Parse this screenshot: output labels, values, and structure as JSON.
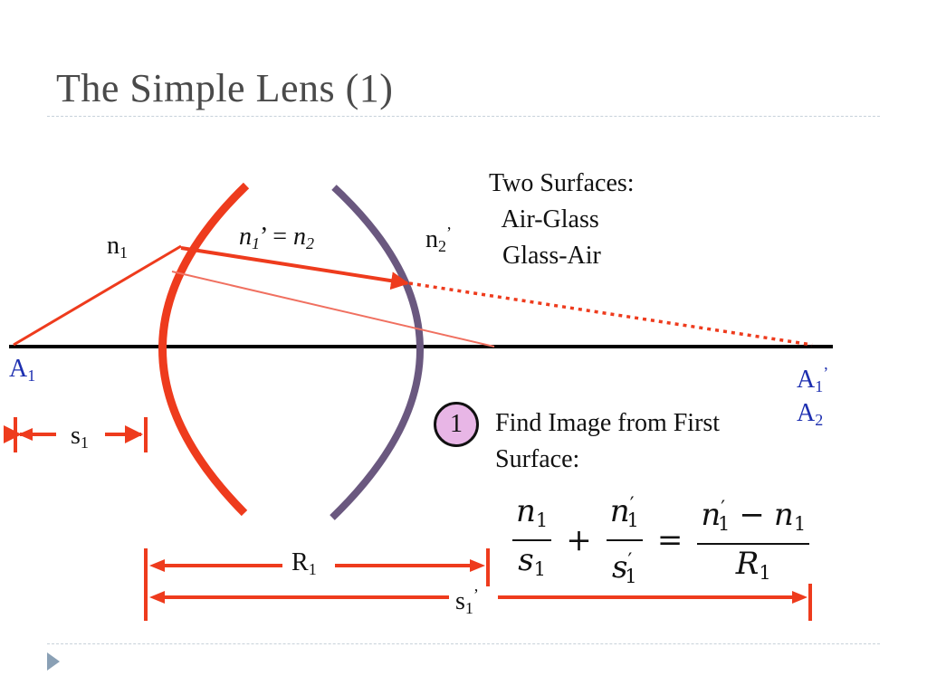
{
  "title": "The Simple Lens (1)",
  "colors": {
    "ray": "#ee3b1d",
    "ray_faint": "#f07060",
    "surface1": "#ee3b1d",
    "surface2": "#6a587f",
    "axis": "#000000",
    "label_blue": "#1d2fb0",
    "badge": "#e8b6e6",
    "title": "#4a4a4a"
  },
  "labels": {
    "n1_base": "n",
    "n1_sub": "1",
    "n1p_base": "n",
    "n1p_sub": "1",
    "n1p_rest": "’ = ",
    "n1p_n": "n",
    "n1p_n_sub": "2",
    "n2p_base": "n",
    "n2p_sub": "2",
    "n2p_prime": "’",
    "A1_base": "A",
    "A1_sub": "1",
    "A1p_base": "A",
    "A1p_sub": "1",
    "A1p_prime": "’",
    "A2_base": "A",
    "A2_sub": "2",
    "s1_base": "s",
    "s1_sub": "1",
    "R1_base": "R",
    "R1_sub": "1",
    "s1p_base": "s",
    "s1p_sub": "1",
    "s1p_prime": "’"
  },
  "info": {
    "line1": "Two Surfaces:",
    "line2": " Air-Glass",
    "line3": " Glass-Air"
  },
  "step": {
    "number": "1",
    "text": "Find Image from First Surface:"
  },
  "equation": {
    "t1_num": "n",
    "t1_num_sub": "1",
    "t1_den": "s",
    "t1_den_sub": "1",
    "plus": "+",
    "t2_num": "n",
    "t2_num_sup": "′",
    "t2_num_sub": "1",
    "t2_den": "s",
    "t2_den_sup": "′",
    "t2_den_sub": "1",
    "equals": "=",
    "t3_num_a": "n",
    "t3_num_a_sup": "′",
    "t3_num_a_sub": "1",
    "t3_minus": "−",
    "t3_num_b": "n",
    "t3_num_b_sub": "1",
    "t3_den": "R",
    "t3_den_sub": "1"
  }
}
